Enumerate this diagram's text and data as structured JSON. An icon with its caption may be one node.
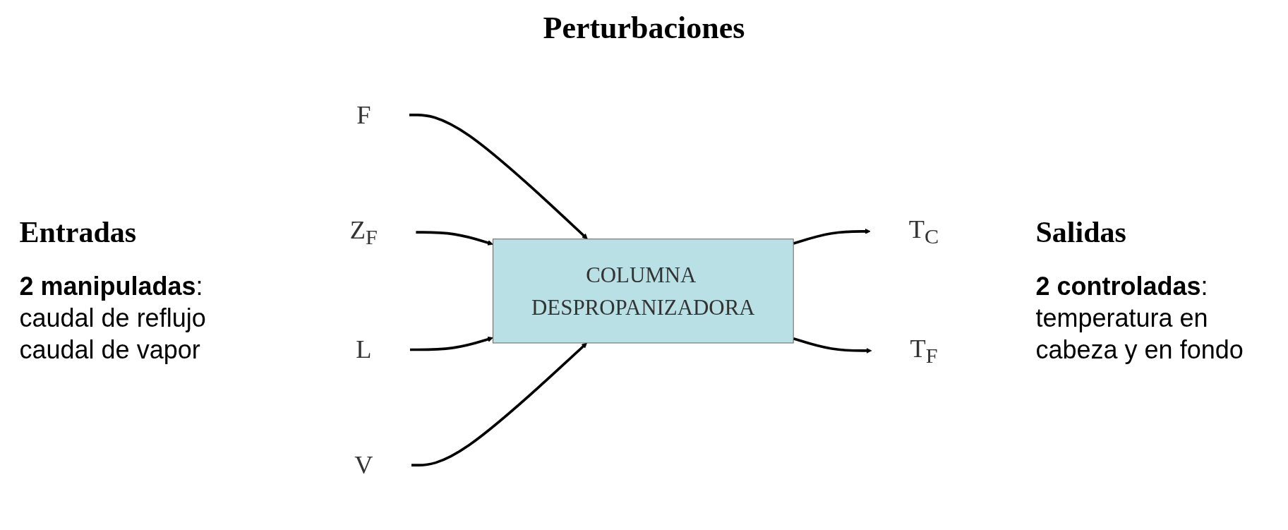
{
  "diagram": {
    "title": "Perturbaciones",
    "nodes": [
      {
        "text": [
          "F"
        ]
      },
      {
        "text": [
          "Z$_{F}$"
        ]
      },
      {
        "text": [
          "L"
        ]
      },
      {
        "text": [
          "V"
        ]
      },
      {
        "text": [
          "COLUMNA DESPROPANIZADORA"
        ]
      },
      {
        "text": [
          "T$_{C}$"
        ]
      },
      {
        "text": [
          "T$_{F}$"
        ]
      }
    ],
    "edges": [
      {
        "from": 0,
        "to": 4,
        "arrow": "to"
      },
      {
        "from": 1,
        "to": 4,
        "arrow": "to"
      },
      {
        "from": 2,
        "to": 4,
        "arrow": "to"
      },
      {
        "from": 3,
        "to": 4,
        "arrow": "to"
      },
      {
        "from": 4,
        "to": 5,
        "arrow": "to"
      },
      {
        "from": 4,
        "to": 6,
        "arrow": "to"
      }
    ],
    "labels": [
      "Entradas",
      "Salidas",
      "**2 manipuladas**: caudal de reflujo caudal de vapor",
      "**2 controladas**: temperatura en cabeza y en fondo"
    ]
  }
}
